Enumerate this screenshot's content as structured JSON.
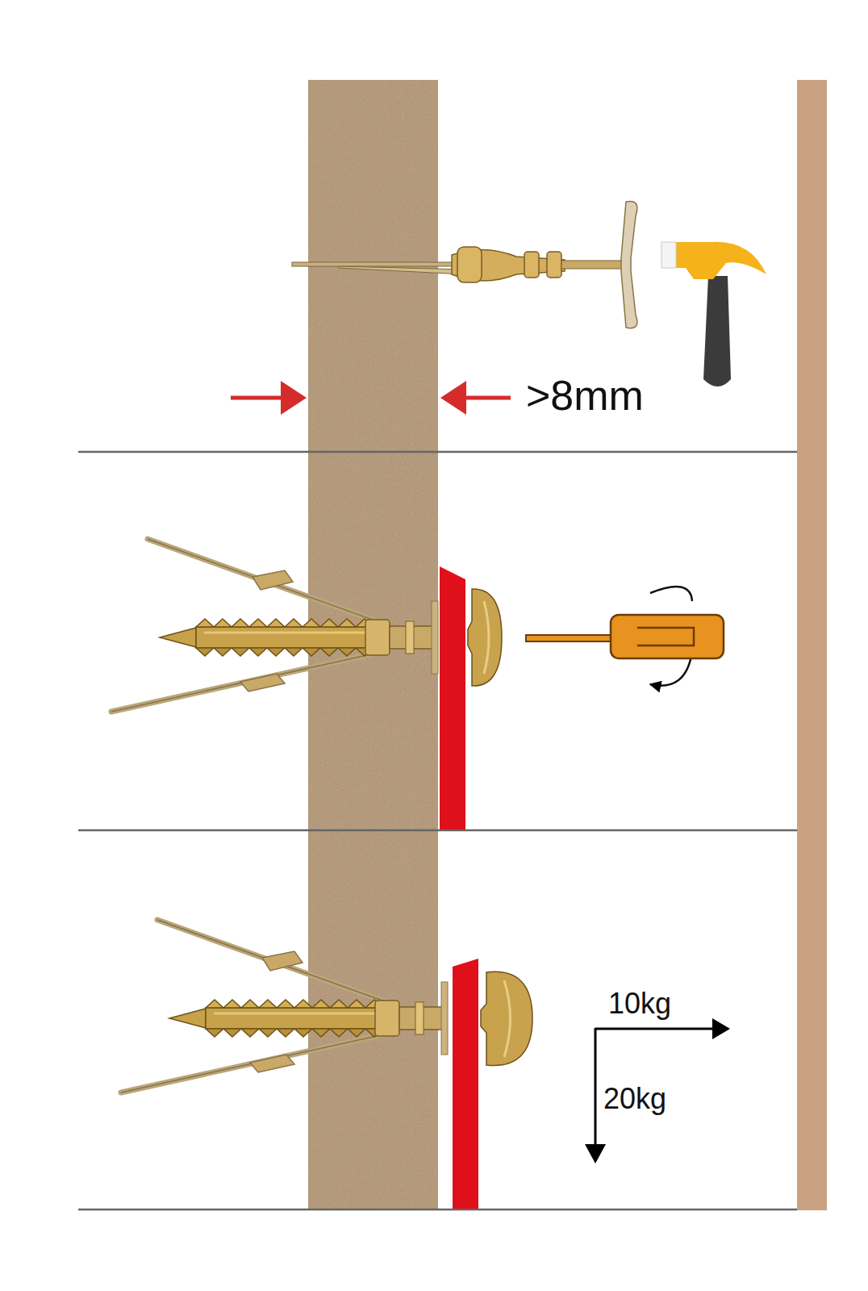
{
  "diagram": {
    "labels": [
      ">8mm",
      "10kg",
      "20kg"
    ]
  }
}
